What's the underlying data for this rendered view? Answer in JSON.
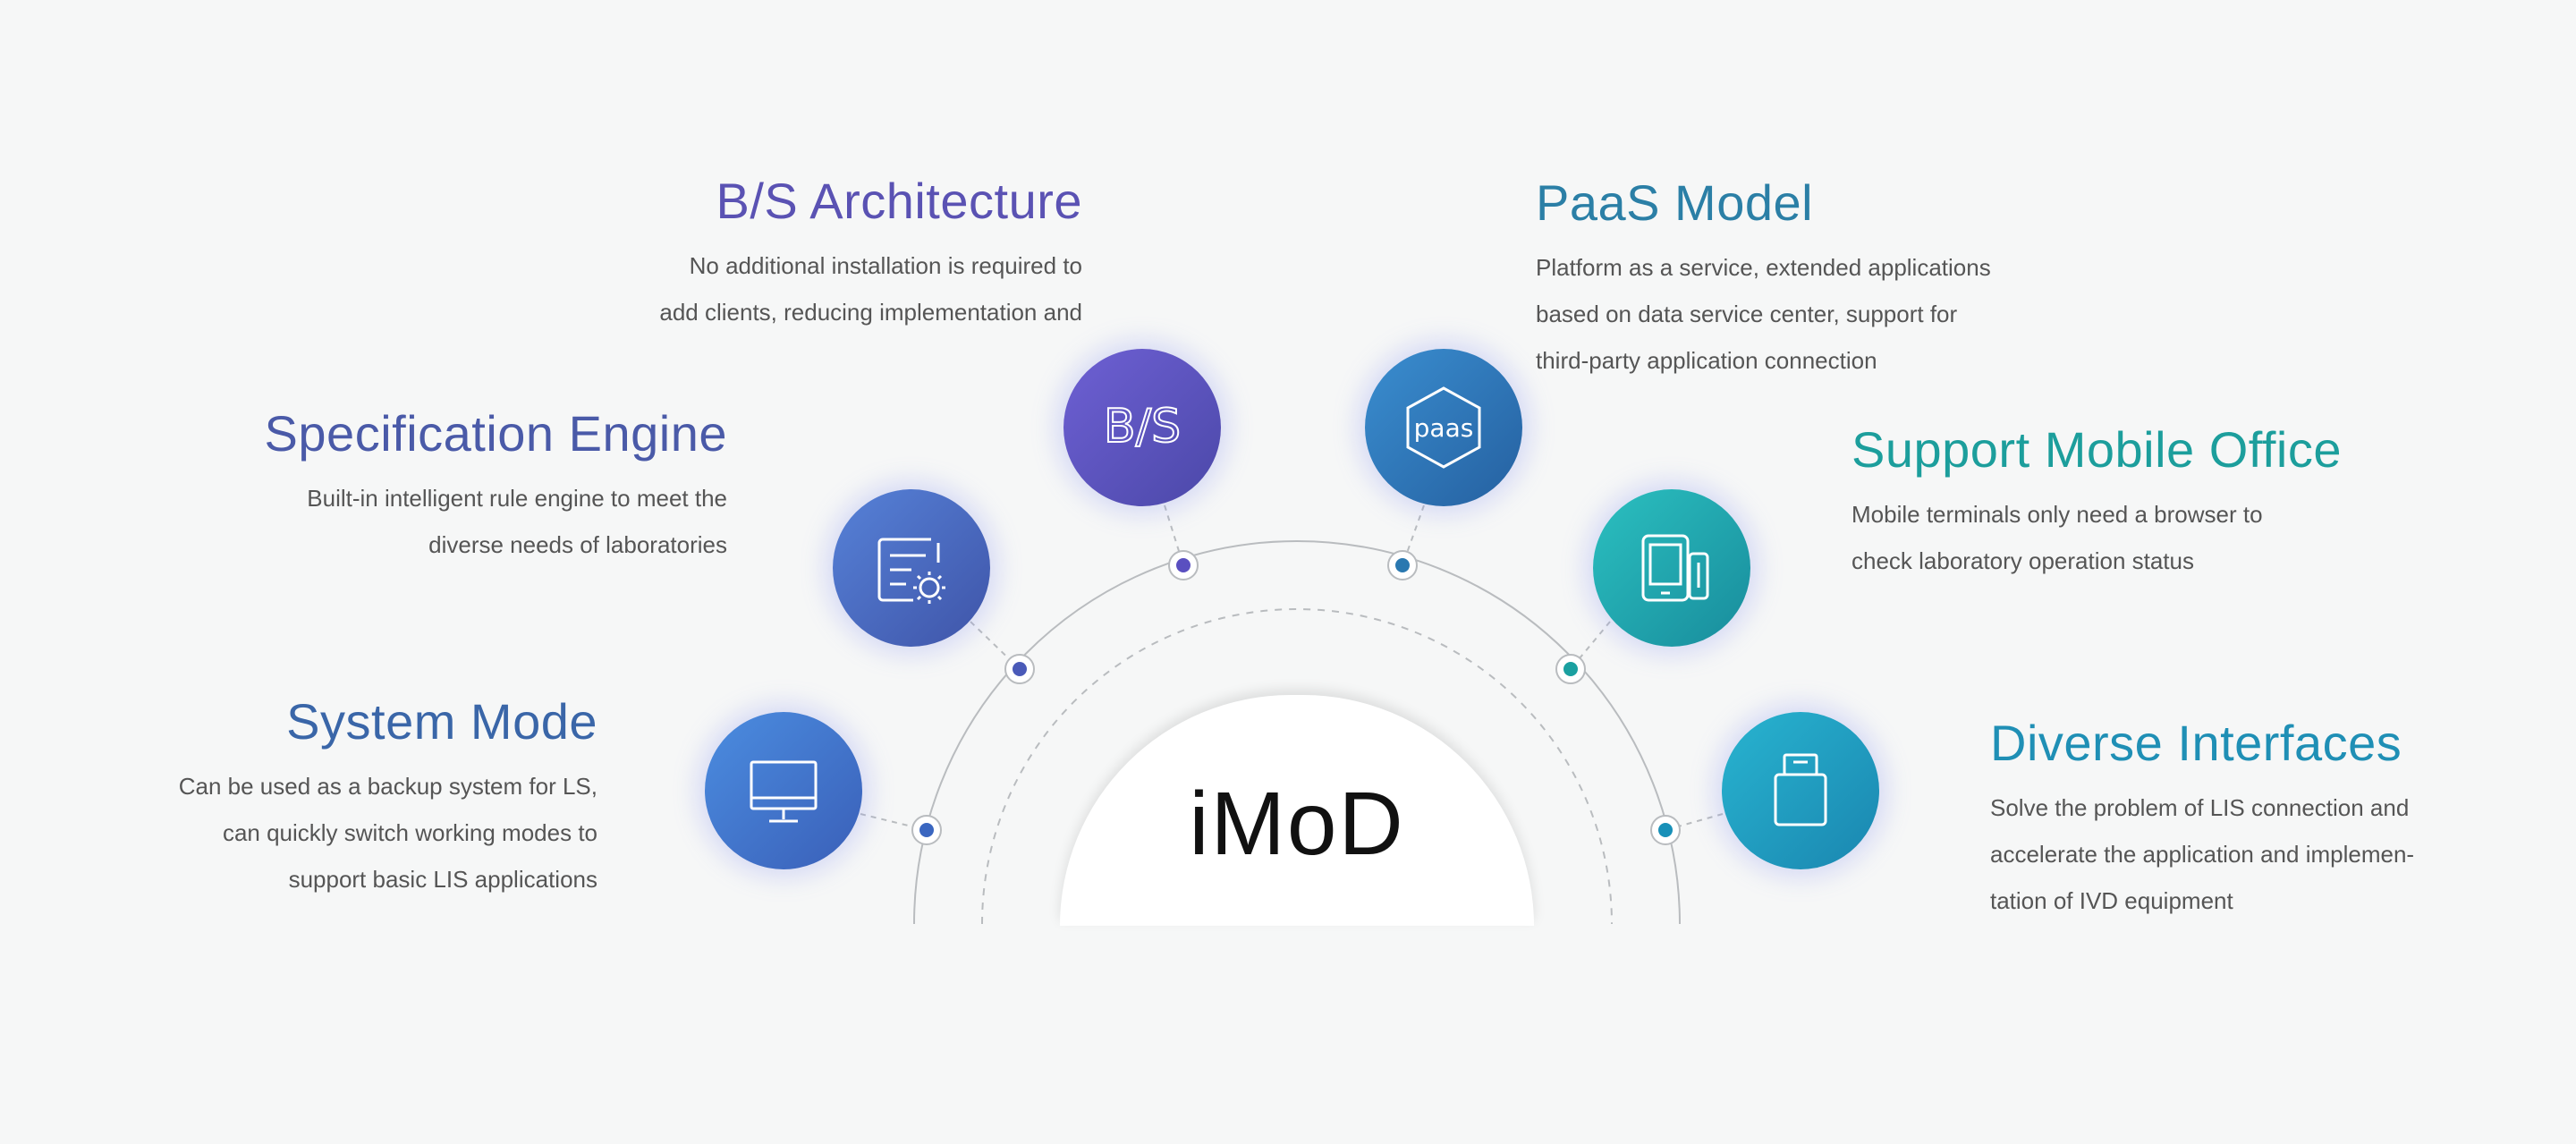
{
  "center": {
    "label": "iMoD"
  },
  "features": {
    "bs": {
      "title": "B/S Architecture",
      "lines": [
        "No additional installation is required to",
        "add clients, reducing implementation and"
      ],
      "icon": "bs-text-icon",
      "icon_text": "B/S",
      "color": "#5a52b3"
    },
    "spec": {
      "title": "Specification Engine",
      "lines": [
        "Built-in intelligent rule engine to meet the",
        "diverse needs of laboratories"
      ],
      "icon": "document-gear-icon",
      "color": "#4a5aa8"
    },
    "system": {
      "title": "System Mode",
      "lines": [
        "Can be used as a backup system for LS,",
        "can quickly switch working modes to",
        "support basic LIS applications"
      ],
      "icon": "monitor-icon",
      "color": "#3a66a8"
    },
    "paas": {
      "title": "PaaS Model",
      "lines": [
        "Platform as a service, extended applications",
        "based on data service center, support for",
        "third-party application connection"
      ],
      "icon": "paas-hexagon-icon",
      "icon_text": "paas",
      "color": "#2b7fa6"
    },
    "mobile": {
      "title": "Support Mobile Office",
      "lines": [
        "Mobile terminals only need a browser to",
        "check laboratory operation status"
      ],
      "icon": "mobile-devices-icon",
      "color": "#1c9e9c"
    },
    "interfaces": {
      "title": "Diverse Interfaces",
      "lines": [
        "Solve the problem of LIS connection and",
        "accelerate the application and implemen-",
        "tation of IVD equipment"
      ],
      "icon": "usb-icon",
      "color": "#1f8fb5"
    }
  }
}
